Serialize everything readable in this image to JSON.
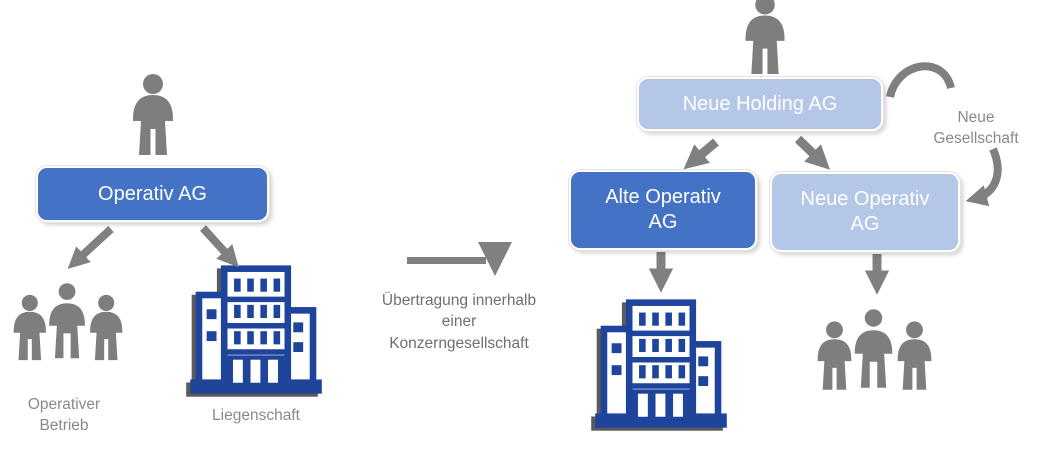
{
  "colors": {
    "accent_blue": "#4472C4",
    "light_blue": "#B4C7E7",
    "building_blue": "#1E449B",
    "icon_gray": "#7E7E7E",
    "arrow_gray": "#808080",
    "label_gray": "#8A8A8A",
    "caption_gray": "#6F6F6F",
    "box_text": "#FFFFFF"
  },
  "left_group": {
    "company": "Operativ AG",
    "operations_label": "Operativer Betrieb",
    "property_label": "Liegenschaft"
  },
  "transfer": {
    "caption": "Übertragung innerhalb einer Konzerngesellschaft"
  },
  "right_group": {
    "holding": "Neue Holding AG",
    "old_operating": "Alte Operativ AG",
    "new_operating": "Neue Operativ AG",
    "new_company_label": "Neue Gesellschaft"
  },
  "icons": {
    "owner": "person-icon",
    "staff": "people-group-icon",
    "property": "building-icon",
    "transfer_arrow": "right-down-arrow-icon",
    "new_company_arrow": "curved-arrow-icon"
  }
}
